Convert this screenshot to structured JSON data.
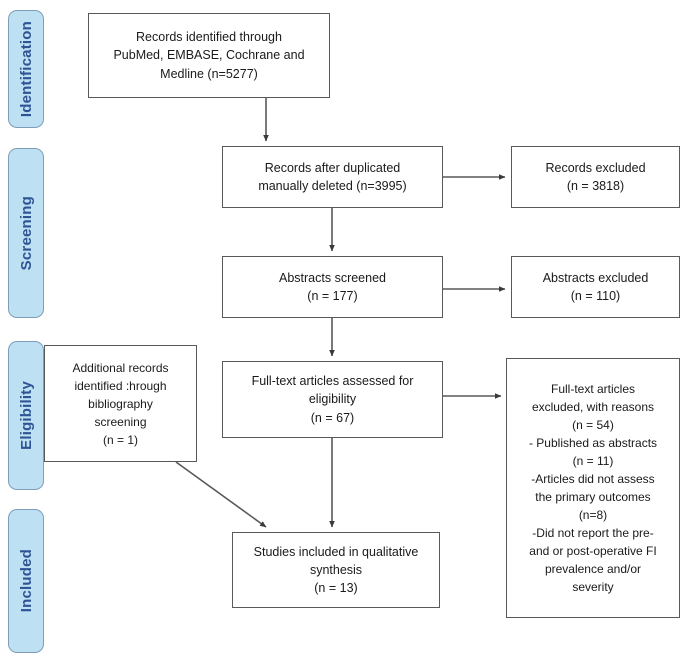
{
  "diagram": {
    "title": "PRISMA study selection flow diagram",
    "accent_blue_fill": "#bde0f2",
    "accent_blue_border": "#7f9db9",
    "accent_text_color": "#2e5496",
    "box_border_color": "#595959",
    "box_fill": "#ffffff",
    "connector_color": "#595959"
  },
  "stages": [
    {
      "id": "identification",
      "label": "Identification"
    },
    {
      "id": "screening",
      "label": "Screening"
    },
    {
      "id": "eligibility",
      "label": "Eligibility"
    },
    {
      "id": "included",
      "label": "Included"
    }
  ],
  "boxes": {
    "records_identified": {
      "text": "Records identified through\nPubMed, EMBASE, Cochrane and\nMedline (n=5277)"
    },
    "records_after_duplicates": {
      "text": "Records after duplicated\nmanually deleted (n=3995)"
    },
    "records_excluded": {
      "text": "Records excluded\n(n = 3818)"
    },
    "abstracts_screened": {
      "text": "Abstracts screened\n(n = 177)"
    },
    "abstracts_excluded": {
      "text": "Abstracts excluded\n(n = 110)"
    },
    "additional_records": {
      "text": "Additional records\nidentified :hrough\nbibliography\nscreening\n(n = 1)"
    },
    "fulltext_assessed": {
      "text": "Full-text articles assessed for\neligibility\n(n = 67)"
    },
    "fulltext_excluded": {
      "text": "Full-text articles\nexcluded, with reasons\n(n = 54)\n- Published as abstracts\n(n = 11)\n-Articles did not assess\nthe primary outcomes\n(n=8)\n-Did not report the pre-\nand or post-operative FI\nprevalence and/or\nseverity"
    },
    "studies_included": {
      "text": "Studies included in qualitative\nsynthesis\n(n = 13)"
    }
  }
}
